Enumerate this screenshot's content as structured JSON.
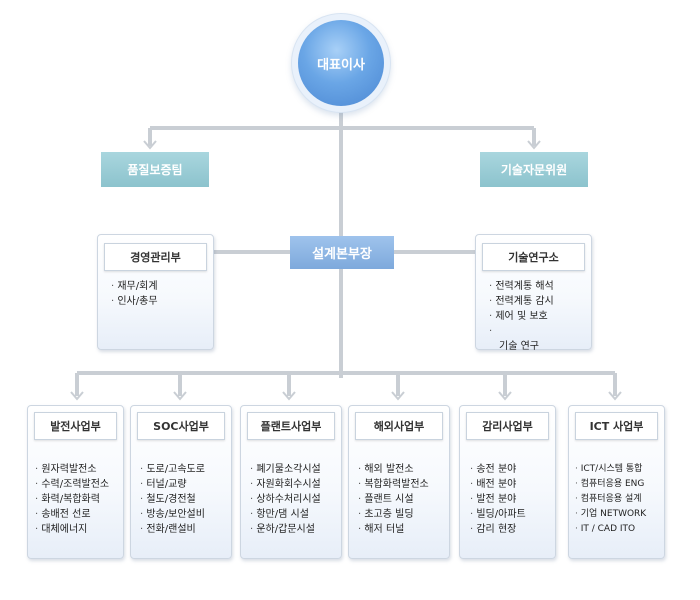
{
  "ceo": "대표이사",
  "quality_team": "품질보증팀",
  "advisory": "기술자문위원",
  "design_head": "설계본부장",
  "side_departments": [
    {
      "title": "경영관리부",
      "items": [
        "재무/회계",
        "인사/총무"
      ]
    },
    {
      "title": "기술연구소",
      "items": [
        "전력계통 해석",
        "전력계통 감시",
        "제어 및 보호",
        "기술 연구"
      ]
    }
  ],
  "divisions": [
    {
      "title": "발전사업부",
      "items": [
        "원자력발전소",
        "수력/조력발전소",
        "화력/복합화력",
        "송배전 선로",
        "대체에너지"
      ]
    },
    {
      "title": "SOC사업부",
      "items": [
        "도로/고속도로",
        "터널/교량",
        "철도/경전철",
        "방송/보안설비",
        "전화/랜설비"
      ]
    },
    {
      "title": "플랜트사업부",
      "items": [
        "폐기물소각시설",
        "자원화회수시설",
        "상하수처리시설",
        "항만/댐 시설",
        "운하/갑문시설"
      ]
    },
    {
      "title": "해외사업부",
      "items": [
        "해외 발전소",
        "복합화력발전소",
        "플랜트 시설",
        "초고층 빌딩",
        "해저 터널"
      ]
    },
    {
      "title": "감리사업부",
      "items": [
        "송전 분야",
        "배전 분야",
        "발전 분야",
        "빌딩/아파트",
        "감리 현장"
      ]
    },
    {
      "title": "ICT 사업부",
      "items": [
        "ICT/시스템 통합",
        "컴퓨터응용 ENG",
        "컴퓨터응용 설계",
        "기업 NETWORK",
        "IT / CAD ITO"
      ]
    }
  ]
}
